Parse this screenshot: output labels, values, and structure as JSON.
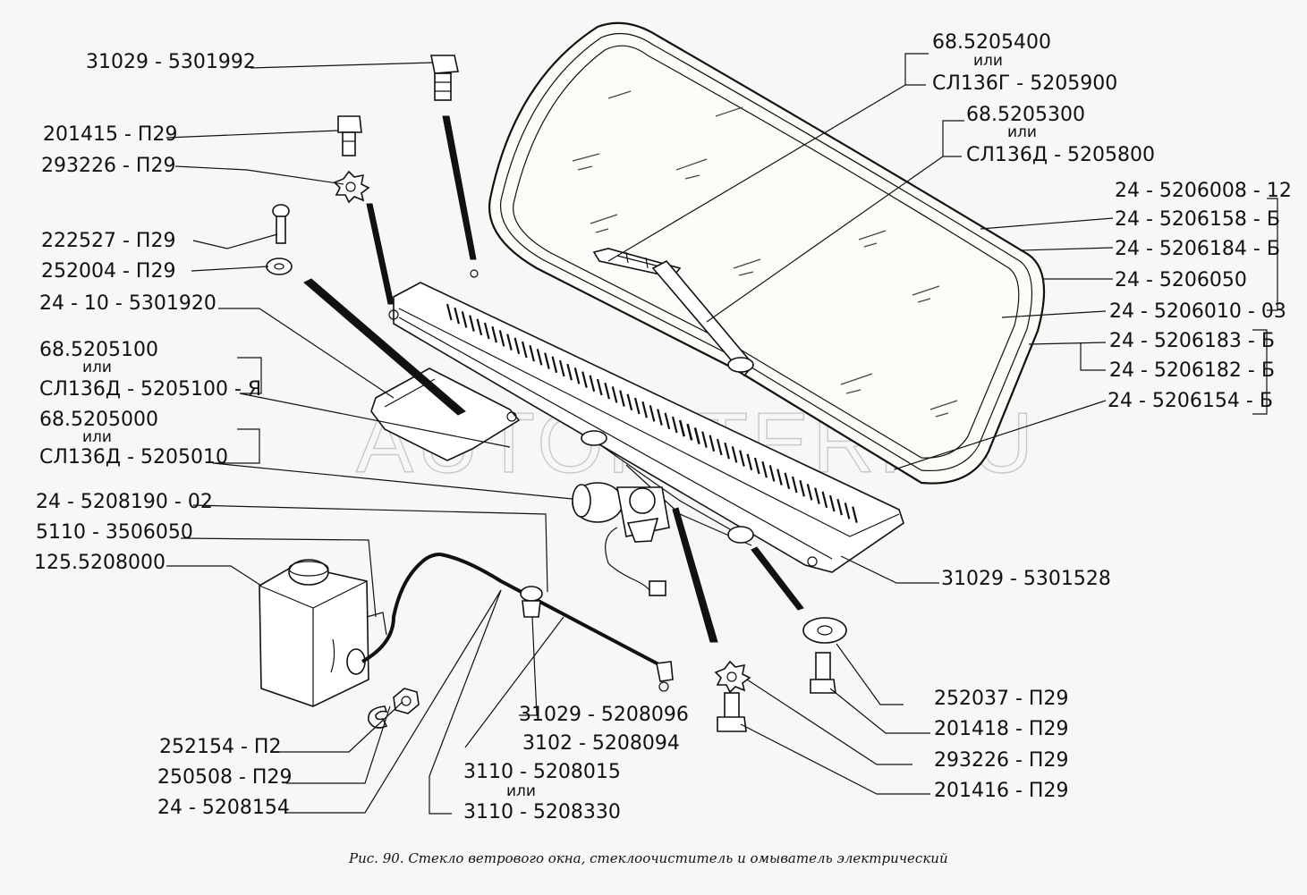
{
  "watermark": "AUTOPITER.RU",
  "caption": "Рис. 90. Стекло ветрового окна, стеклоочиститель и омыватель электрический",
  "labels": {
    "l31029_5301992": "31029 - 5301992",
    "l201415": "201415 - П29",
    "l293226a": "293226 - П29",
    "l222527": "222527 - П29",
    "l252004": "252004 - П29",
    "l24_10_5301920": "24 - 10 - 5301920",
    "l68_5205100": "68.5205100",
    "ili1": "или",
    "lsl136d_5205100a": "СЛ136Д - 5205100 - Я",
    "l68_5205000": "68.5205000",
    "ili2": "или",
    "lsl136d_5205010": "СЛ136Д - 5205010",
    "l24_5208190": "24 - 5208190 - 02",
    "l5110_3506050": "5110 - 3506050",
    "l125_5208000": "125.5208000",
    "l252154": "252154 - П2",
    "l250508": "250508 - П29",
    "l24_5208154": "24 - 5208154",
    "l3110_5208015": "3110 - 5208015",
    "ili3": "или",
    "l3110_5208330": "3110 - 5208330",
    "l3102_5208094": "3102 - 5208094",
    "l31029_5208096": "31029 - 5208096",
    "l68_5205400": "68.5205400",
    "ili4": "или",
    "lsl136g_5205900": "СЛ136Г - 5205900",
    "l68_5205300": "68.5205300",
    "ili5": "или",
    "lsl136d_5205800": "СЛ136Д - 5205800",
    "l24_5206008": "24 - 5206008 - 12",
    "l24_5206158": "24 - 5206158 - Б",
    "l24_5206184": "24 - 5206184 - Б",
    "l24_5206050": "24 - 5206050",
    "l24_5206010": "24 - 5206010 - 03",
    "l24_5206183": "24 - 5206183 - Б",
    "l24_5206182": "24 - 5206182 - Б",
    "l24_5206154": "24 - 5206154 - Б",
    "l31029_5301528": "31029 - 5301528",
    "l252037": "252037 - П29",
    "l201418": "201418 - П29",
    "l293226b": "293226 - П29",
    "l201416": "201416 - П29"
  }
}
